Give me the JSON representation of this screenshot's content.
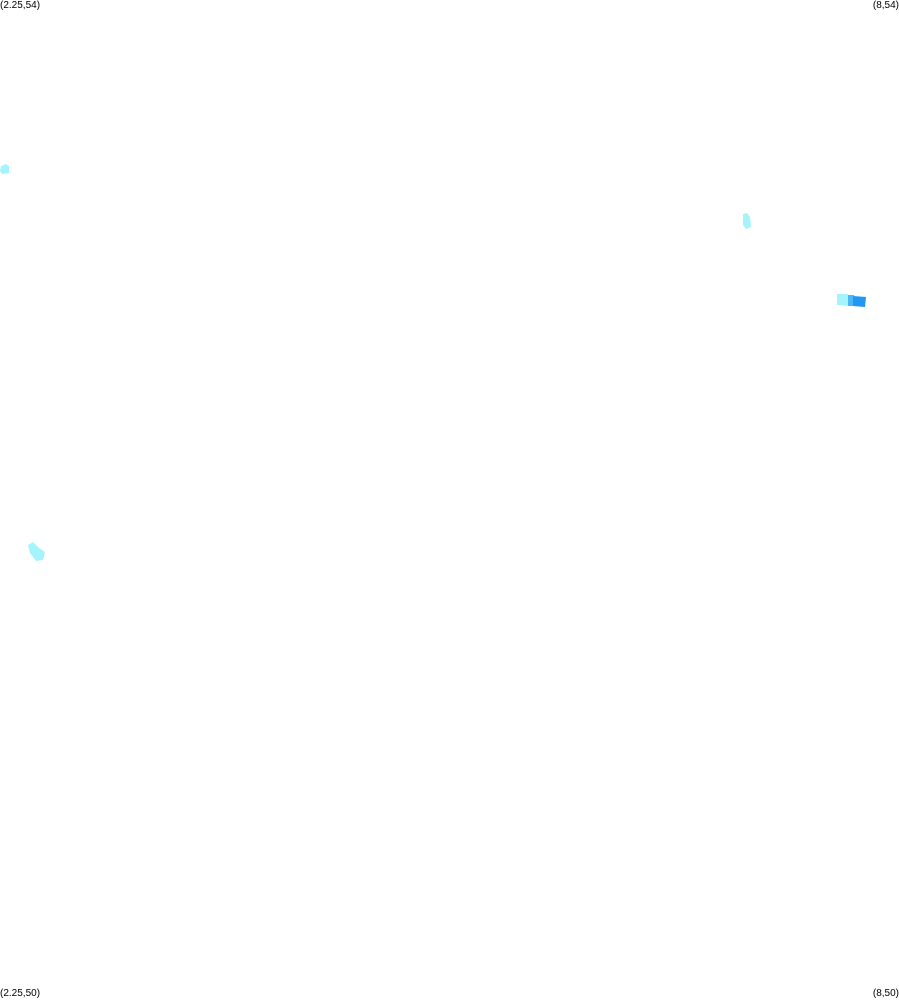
{
  "map": {
    "corners": {
      "top_left": "(2.25,54)",
      "top_right": "(8,54)",
      "bottom_left": "(2.25,50)",
      "bottom_right": "(8,50)"
    },
    "bounds": {
      "lon_min": 2.25,
      "lon_max": 8,
      "lat_min": 50,
      "lat_max": 54
    },
    "colors": {
      "background": "#ffffff",
      "light_cyan": "#a6f4fb",
      "medium_blue": "#49b8f5",
      "dark_blue": "#2196f3"
    },
    "features": [
      {
        "id": "patch-west-coast",
        "lon": 2.27,
        "lat": 53.33,
        "color": "#a6f4fb"
      },
      {
        "id": "patch-northeast",
        "lon": 7.03,
        "lat": 53.11,
        "color": "#a6f4fb"
      },
      {
        "id": "patch-east-light",
        "lon": 7.64,
        "lat": 52.79,
        "color": "#a6f4fb"
      },
      {
        "id": "patch-east-medium",
        "lon": 7.71,
        "lat": 52.79,
        "color": "#49b8f5"
      },
      {
        "id": "patch-east-dark",
        "lon": 7.76,
        "lat": 52.79,
        "color": "#2196f3"
      },
      {
        "id": "patch-southwest",
        "lon": 2.47,
        "lat": 51.78,
        "color": "#a6f4fb"
      }
    ]
  }
}
